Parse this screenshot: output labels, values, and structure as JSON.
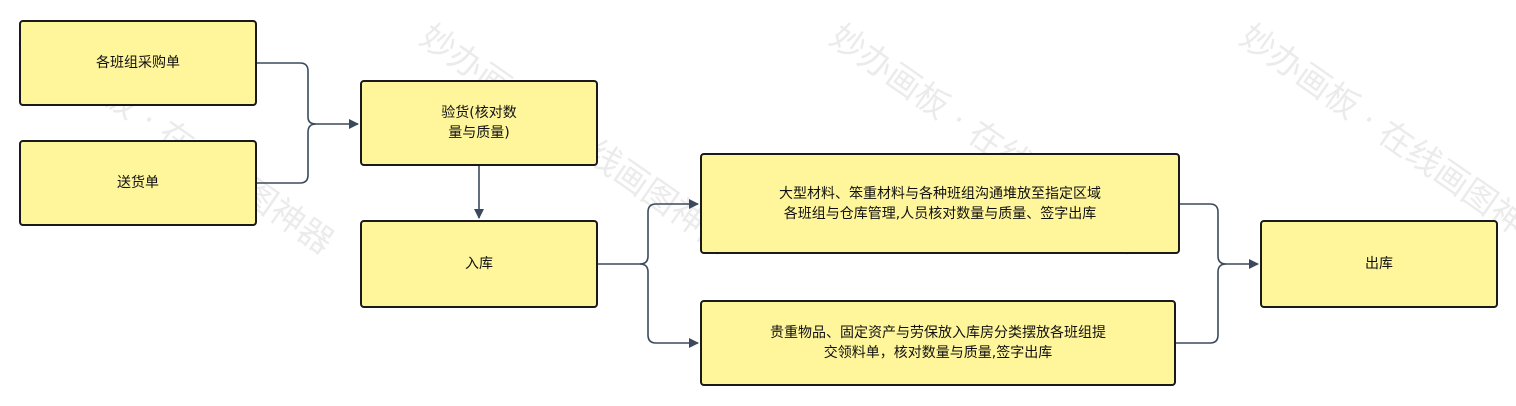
{
  "colors": {
    "node_fill": "#fff59a",
    "node_border": "#1a1a1a",
    "connector": "#3a4a5c"
  },
  "watermark": "妙办画板 · 在线画图神器",
  "nodes": {
    "purchase_order": "各班组采购单",
    "delivery_note": "送货单",
    "inspection": "验货(核对数\n量与质量)",
    "warehousing": "入库",
    "bulk_materials": "大型材料、笨重材料与各种班组沟通堆放至指定区域\n各班组与仓库管理,人员核对数量与质量、签字出库",
    "valuables": "贵重物品、固定资产与劳保放入库房分类摆放各班组提\n交领料单，核对数量与质量,签字出库",
    "outbound": "出库"
  }
}
